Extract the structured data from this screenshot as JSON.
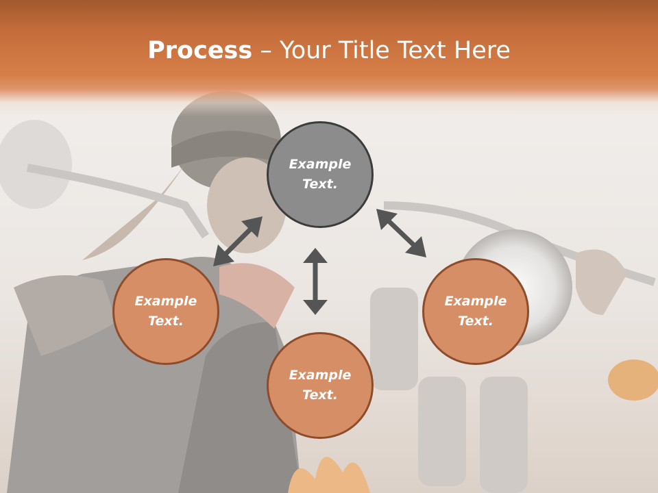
{
  "slide": {
    "title_bold": "Process",
    "title_dash": " – ",
    "title_rest": "Your Title Text Here",
    "accent_color": "#d67f48",
    "node_color": "#d58e66",
    "top_node_color": "#8c8c8c",
    "background_photo": "motorcycle-rider-photo"
  },
  "nodes": [
    {
      "id": "top",
      "line1": "Example",
      "line2": "Text."
    },
    {
      "id": "left",
      "line1": "Example",
      "line2": "Text."
    },
    {
      "id": "right",
      "line1": "Example",
      "line2": "Text."
    },
    {
      "id": "bottom",
      "line1": "Example",
      "line2": "Text."
    }
  ],
  "arrows": [
    {
      "from": "top",
      "to": "left",
      "icon": "double-arrow-icon"
    },
    {
      "from": "top",
      "to": "right",
      "icon": "double-arrow-icon"
    },
    {
      "from": "top",
      "to": "bottom",
      "icon": "double-arrow-icon"
    }
  ]
}
